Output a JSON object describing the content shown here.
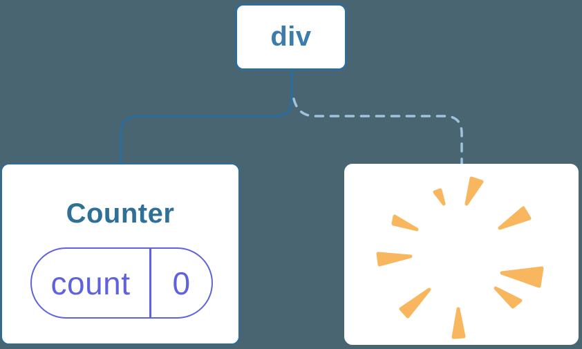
{
  "canvas": {
    "background": "#4a6572"
  },
  "tree": {
    "root": {
      "label": "div"
    },
    "counter": {
      "title": "Counter",
      "state_key": "count",
      "state_value": "0"
    },
    "removed": {
      "icon": "poof-explosion-icon"
    }
  },
  "connectors": {
    "solid_style": "solid",
    "dashed_style": "dashed"
  },
  "colors": {
    "background": "#4a6572",
    "node-fill": "#ffffff",
    "node-stroke": "#2c6d9c",
    "root-label": "#3b7cab",
    "component-title": "#2e7096",
    "state-accent": "#5f62dd",
    "dashed-connector": "#9fc3de",
    "poof": "#f8b75e"
  }
}
